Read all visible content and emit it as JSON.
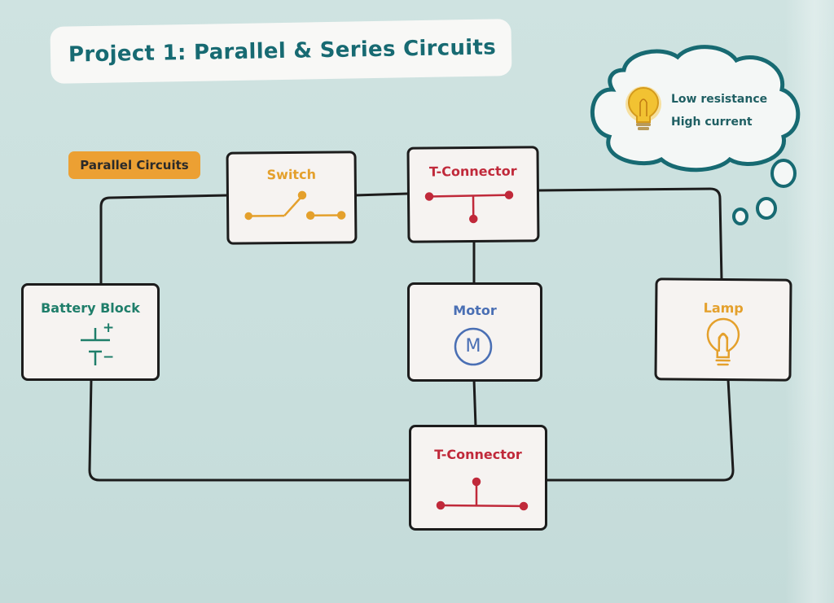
{
  "title": "Project 1: Parallel & Series Circuits",
  "section_badge": "Parallel Circuits",
  "components": {
    "switch": "Switch",
    "t_connector_top": "T-Connector",
    "battery": "Battery Block",
    "motor": "Motor",
    "lamp": "Lamp",
    "t_connector_bottom": "T-Connector"
  },
  "battery_symbol": {
    "plus": "+",
    "minus": "−"
  },
  "motor_symbol": "M",
  "thought_bubble": {
    "line1": "Low resistance",
    "line2": "High current"
  },
  "colors": {
    "teal": "#176a72",
    "green": "#1f7e6a",
    "orange": "#e4a02c",
    "red": "#c0293a",
    "blue": "#4a6fb4",
    "badge": "#eca033"
  }
}
